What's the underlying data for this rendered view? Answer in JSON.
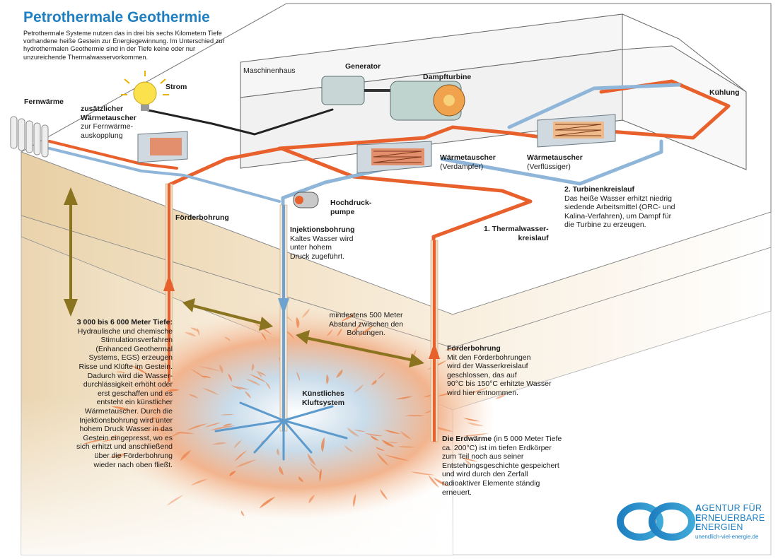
{
  "title": "Petrothermale Geothermie",
  "intro": "Petrothermale Systeme nutzen das in drei bis sechs Kilometern Tiefe vorhandene heiße Gestein zur Energiegewinnung. Im Unterschied zur hydrothermalen Geothermie sind in der Tiefe keine oder nur unzureichende Thermalwasservorkommen.",
  "labels": {
    "maschinenhaus": "Maschinenhaus",
    "generator": "Generator",
    "dampfturbine": "Dampfturbine",
    "strom": "Strom",
    "kuehlung": "Kühlung",
    "fernwaerme": "Fernwärme",
    "zus_title_1": "zusätzlicher",
    "zus_title_2": "Wärmetauscher",
    "zus_sub_1": "zur Fernwärme-",
    "zus_sub_2": "auskopplung",
    "wt_verd_title": "Wärmetauscher",
    "wt_verd_sub": "(Verdampfer)",
    "wt_verf_title": "Wärmetauscher",
    "wt_verf_sub": "(Verflüssiger)",
    "pumpe_1": "Hochdruck-",
    "pumpe_2": "pumpe",
    "foerderbohrung_left": "Förderbohrung",
    "thermal_1": "1. Thermalwasser-",
    "thermal_2": "kreislauf",
    "kluft_1": "Künstliches",
    "kluft_2": "Kluftsystem"
  },
  "turbine_kreis": {
    "title": "2. Turbinenkreislauf",
    "lines": [
      "Das heiße Wasser erhitzt niedrig",
      "siedende Arbeitsmittel (ORC- und",
      "Kalina-Verfahren), um Dampf für",
      "die Turbine zu erzeugen."
    ]
  },
  "injektion": {
    "title": "Injektionsbohrung",
    "lines": [
      "Kaltes Wasser wird",
      "unter hohem",
      "Druck zugeführt."
    ]
  },
  "abstand": {
    "lines": [
      "mindestens 500 Meter",
      "Abstand zwischen den",
      "Bohrungen."
    ]
  },
  "tiefe": {
    "title": "3 000 bis 6 000 Meter Tiefe:",
    "lines": [
      "Hydraulische und chemische",
      "Stimulationsverfahren",
      "(Enhanced Geothermal",
      "Systems, EGS) erzeugen",
      "Risse und Klüfte im Gestein.",
      "Dadurch wird die Wasser-",
      "durchlässigkeit erhöht oder",
      "erst geschaffen und es",
      "entsteht ein künstlicher",
      "Wärmetauscher. Durch die",
      "Injektionsbohrung wird unter",
      "hohem Druck Wasser in das",
      "Gestein eingepresst, wo es",
      "sich erhitzt und anschließend",
      "über die Förderbohrung",
      "wieder nach oben fließt."
    ]
  },
  "foerder_right": {
    "title": "Förderbohrung",
    "lines": [
      "Mit den Förderbohrungen",
      "wird der Wasserkreislauf",
      "geschlossen, das auf",
      "90°C bis 150°C erhitzte Wasser",
      "wird hier entnommen."
    ]
  },
  "erdwaerme": {
    "title": "Die Erdwärme",
    "title_rest": " (in 5 000 Meter Tiefe",
    "lines": [
      "ca. 200°C) ist im tiefen Erdkörper",
      "zum Teil noch aus seiner",
      "Entstehungsgeschichte gespeichert",
      "und wird durch den Zerfall",
      "radioaktiver Elemente ständig",
      "erneuert."
    ]
  },
  "logo": {
    "line1_cap": "A",
    "line1_rest": "GENTUR FÜR",
    "line2_cap": "E",
    "line2_rest": "RNEUERBARE",
    "line3_cap": "E",
    "line3_rest": "NERGIEN",
    "url": "unendlich-viel-energie.de"
  },
  "colors": {
    "hot_pipe": "#e8602c",
    "cold_pipe": "#8fb6d9",
    "title_blue": "#1f7fc0",
    "arrow_olive": "#8a7420"
  }
}
